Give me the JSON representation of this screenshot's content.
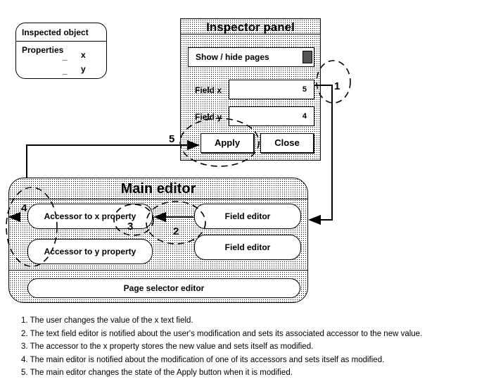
{
  "inspected_object": {
    "title": "Inspected object",
    "properties_label": "Properties",
    "dash": "_",
    "props": [
      "x",
      "y"
    ]
  },
  "inspector_panel": {
    "title": "Inspector  panel",
    "show_hide_label": "Show / hide pages",
    "field_x_label": "Field x",
    "field_x_value": "5",
    "field_y_label": "Field y",
    "field_y_value": "4",
    "apply_label": "Apply",
    "close_label": "Close"
  },
  "main_editor": {
    "title": "Main editor",
    "accessor_x": "Accessor  to x property",
    "accessor_y": "Accessor  to y property",
    "field_editor_1": "Field editor",
    "field_editor_2": "Field editor",
    "page_selector": "Page selector editor"
  },
  "steps": [
    "1",
    "2",
    "3",
    "4",
    "5"
  ],
  "notes": [
    "1. The user changes the value of the x text field.",
    "2. The text field editor is notified about the user's modification and sets its associated accessor to the new value.",
    "3. The accessor to the x property stores the new value and sets itself as modified.",
    "4. The main editor is notified about the modification of one of its accessors and sets itself as modified.",
    "5. The main editor changes the state of the Apply button when it is modified."
  ]
}
